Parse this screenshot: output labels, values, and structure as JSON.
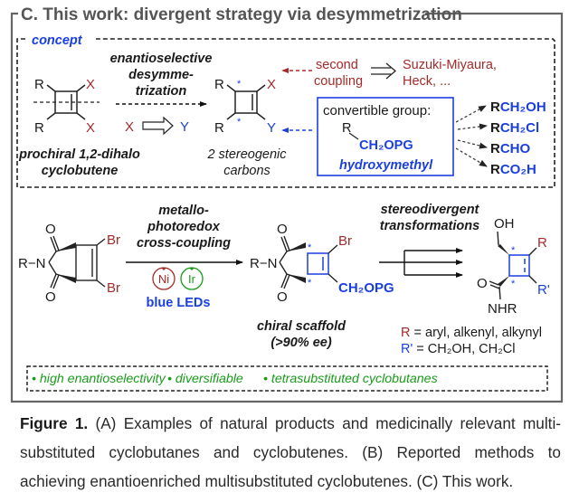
{
  "panel": {
    "title": "C. This work: divergent strategy via desymmetrization",
    "concept_label": "concept"
  },
  "concept": {
    "sm_R_top": "R",
    "sm_R_bottom": "R",
    "sm_X_top": "X",
    "sm_X_bottom": "X",
    "sm_caption_1": "prochiral 1,2-dihalo",
    "sm_caption_2": "cyclobutene",
    "arrow_label_1": "enantioselective",
    "arrow_label_2": "desymme-",
    "arrow_label_3": "trization",
    "swap_from": "X",
    "swap_to": "Y",
    "prod_R_top": "R",
    "prod_R_bottom": "R",
    "prod_X": "X",
    "prod_Y": "Y",
    "stereo_mark": "*",
    "prod_caption_1": "2 stereogenic",
    "prod_caption_2": "carbons",
    "second_coupling_1": "second",
    "second_coupling_2": "coupling",
    "second_coupling_products_1": "Suzuki-Miyaura,",
    "second_coupling_products_2": "Heck, ...",
    "convertible_title": "convertible group:",
    "convertible_R": "R",
    "convertible_group": "CH₂OPG",
    "convertible_name": "hydroxymethyl",
    "derivatives": [
      {
        "r": "R",
        "rest": "CH₂OH"
      },
      {
        "r": "R",
        "rest": "CH₂Cl"
      },
      {
        "r": "R",
        "rest": "CHO"
      },
      {
        "r": "R",
        "rest": "CO₂H"
      }
    ]
  },
  "reaction": {
    "sm_RN": "R−N",
    "O": "O",
    "Br": "Br",
    "conditions_1": "metallo-",
    "conditions_2": "photoredox",
    "conditions_3": "cross-coupling",
    "cat_1": "Ni",
    "cat_2": "Ir",
    "light": "blue LEDs",
    "prod_RN": "R−N",
    "prod_Br": "Br",
    "prod_group": "CH₂OPG",
    "scaffold_1": "chiral scaffold",
    "scaffold_2": "(>90% ee)",
    "transform_1": "stereodivergent",
    "transform_2": "transformations",
    "final_OH": "OH",
    "final_R": "R",
    "final_Rp": "R'",
    "final_O": "O",
    "final_NHR": "NHR",
    "legend_R_key": "R",
    "legend_R_val": " = aryl, alkenyl, alkynyl",
    "legend_Rp_key": "R'",
    "legend_Rp_val": " = CH₂OH, CH₂Cl"
  },
  "features": [
    "• high enantioselectivity",
    "• diversifiable",
    "• tetrasubstituted cyclobutanes"
  ],
  "caption": {
    "label": "Figure 1.",
    "text": " (A) Examples of natural products and medicinally relevant multi-substituted cyclobutanes and cyclobutenes. (B) Reported methods to achieving enantioenriched multisubstituted cyclobutenes. (C) This work."
  },
  "colors": {
    "red": "#a52a2a",
    "blue": "#1a3fe0",
    "green": "#1a9a1a",
    "frame": "#666666"
  }
}
